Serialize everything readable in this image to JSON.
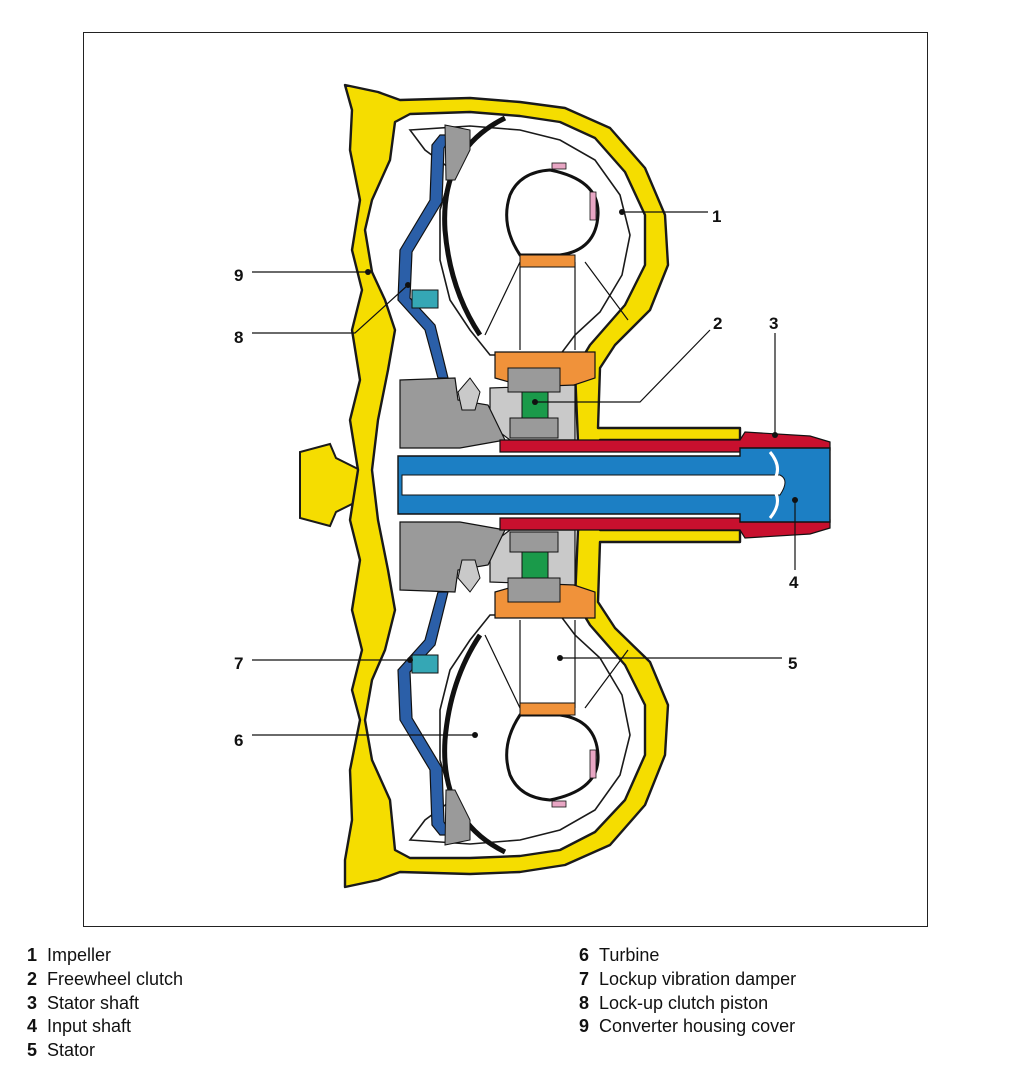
{
  "colors": {
    "housing": "#f5dd00",
    "housing_stroke": "#1a1a1a",
    "shaft": "#1c7fc4",
    "shaft_light": "#ffffff",
    "stator_shaft": "#c8102e",
    "piston": "#2b5fa8",
    "damper": "#35a7b5",
    "stator": "#f0923a",
    "freewheel": "#1a9a4a",
    "vane": "#e8a6c4",
    "grey": "#9a9a9a",
    "grey_light": "#c9c9c9"
  },
  "callouts": [
    {
      "id": "1",
      "label": "1"
    },
    {
      "id": "2",
      "label": "2"
    },
    {
      "id": "3",
      "label": "3"
    },
    {
      "id": "4",
      "label": "4"
    },
    {
      "id": "5",
      "label": "5"
    },
    {
      "id": "6",
      "label": "6"
    },
    {
      "id": "7",
      "label": "7"
    },
    {
      "id": "8",
      "label": "8"
    },
    {
      "id": "9",
      "label": "9"
    }
  ],
  "legend": {
    "left": [
      {
        "num": "1",
        "text": "Impeller"
      },
      {
        "num": "2",
        "text": "Freewheel clutch"
      },
      {
        "num": "3",
        "text": "Stator shaft"
      },
      {
        "num": "4",
        "text": "Input shaft"
      },
      {
        "num": "5",
        "text": "Stator"
      }
    ],
    "right": [
      {
        "num": "6",
        "text": "Turbine"
      },
      {
        "num": "7",
        "text": "Lockup vibration damper"
      },
      {
        "num": "8",
        "text": "Lock-up clutch piston"
      },
      {
        "num": "9",
        "text": "Converter housing cover"
      }
    ]
  }
}
